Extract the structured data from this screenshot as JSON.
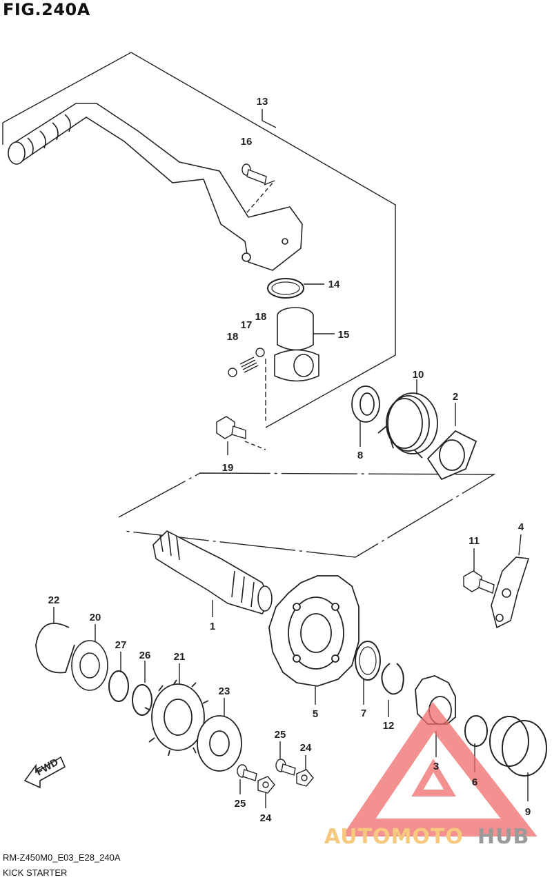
{
  "title": "FIG.240A",
  "diagram_code": "RM-Z450M0_E03_E28_240A",
  "subtitle": "KICK STARTER",
  "fwd_label": "FWD",
  "watermark": {
    "left": "AUTOMOTO",
    "right": "HUB",
    "color_left": "#f6c97e",
    "color_right": "#9a9a9a",
    "logo_color": "#ef6b6b"
  },
  "callouts": [
    {
      "id": "c13",
      "num": "13"
    },
    {
      "id": "c16",
      "num": "16"
    },
    {
      "id": "c14",
      "num": "14"
    },
    {
      "id": "c17",
      "num": "17"
    },
    {
      "id": "c18a",
      "num": "18"
    },
    {
      "id": "c18b",
      "num": "18"
    },
    {
      "id": "c15",
      "num": "15"
    },
    {
      "id": "c10",
      "num": "10"
    },
    {
      "id": "c2",
      "num": "2"
    },
    {
      "id": "c8",
      "num": "8"
    },
    {
      "id": "c19",
      "num": "19"
    },
    {
      "id": "c4",
      "num": "4"
    },
    {
      "id": "c11",
      "num": "11"
    },
    {
      "id": "c22",
      "num": "22"
    },
    {
      "id": "c1",
      "num": "1"
    },
    {
      "id": "c20",
      "num": "20"
    },
    {
      "id": "c27",
      "num": "27"
    },
    {
      "id": "c26",
      "num": "26"
    },
    {
      "id": "c21",
      "num": "21"
    },
    {
      "id": "c23",
      "num": "23"
    },
    {
      "id": "c5",
      "num": "5"
    },
    {
      "id": "c7",
      "num": "7"
    },
    {
      "id": "c12",
      "num": "12"
    },
    {
      "id": "c3",
      "num": "3"
    },
    {
      "id": "c6",
      "num": "6"
    },
    {
      "id": "c9",
      "num": "9"
    },
    {
      "id": "c25a",
      "num": "25"
    },
    {
      "id": "c24a",
      "num": "24"
    },
    {
      "id": "c25b",
      "num": "25"
    },
    {
      "id": "c24b",
      "num": "24"
    }
  ]
}
